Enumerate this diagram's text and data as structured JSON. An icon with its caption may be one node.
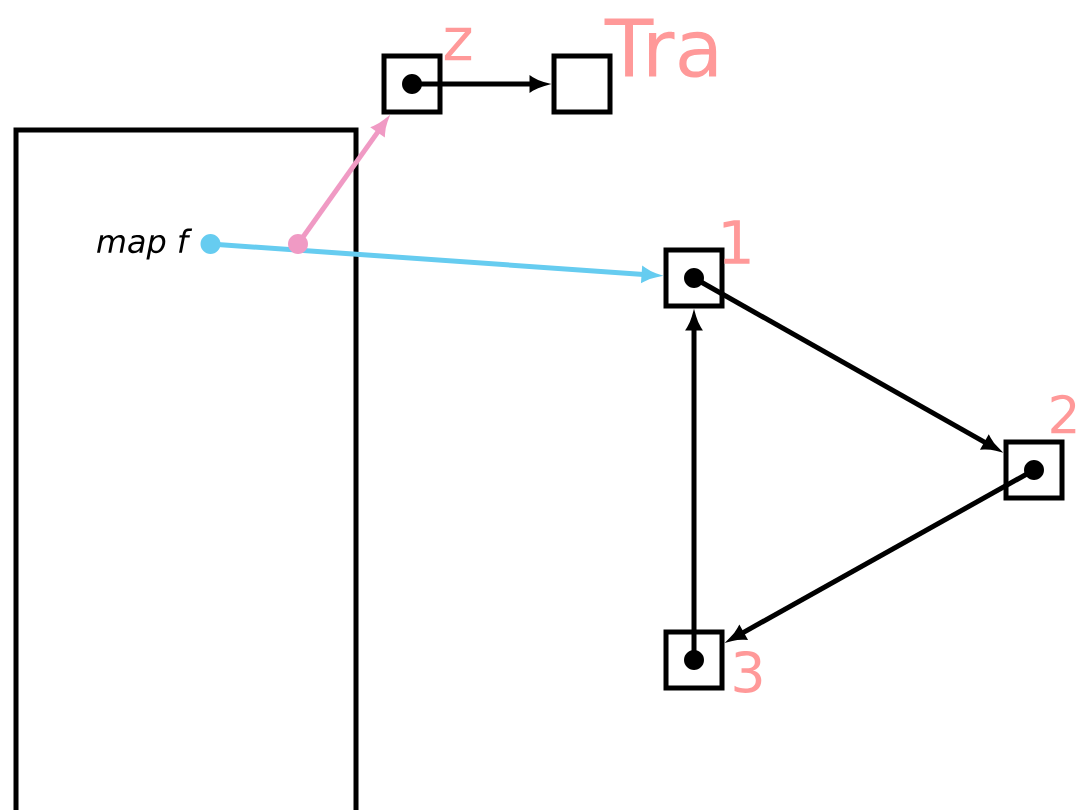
{
  "diagram": {
    "nodes": [
      {
        "text": [],
        "shape": "box"
      },
      {
        "text": [
          "*map f*"
        ],
        "in": 0
      },
      {
        "text": [],
        "shape": "box",
        "beside": [
          "z"
        ]
      },
      {
        "text": [],
        "shape": "box",
        "beside": [
          "Tra"
        ]
      },
      {
        "text": [],
        "shape": "box",
        "beside": [
          "1"
        ]
      },
      {
        "text": [],
        "shape": "box",
        "beside": [
          "2"
        ]
      },
      {
        "text": [],
        "shape": "box",
        "beside": [
          "3"
        ]
      }
    ],
    "edges": [
      {
        "from": 1,
        "to": 4,
        "arrow": "to",
        "color": "#66ccf0"
      },
      {
        "from": null,
        "to": 2,
        "arrow": "to",
        "color": "#f09ac4"
      },
      {
        "from": 2,
        "to": 3,
        "arrow": "to"
      },
      {
        "from": 4,
        "to": 5,
        "arrow": "to"
      },
      {
        "from": 5,
        "to": 6,
        "arrow": "to"
      },
      {
        "from": 6,
        "to": 4,
        "arrow": "to"
      }
    ]
  }
}
